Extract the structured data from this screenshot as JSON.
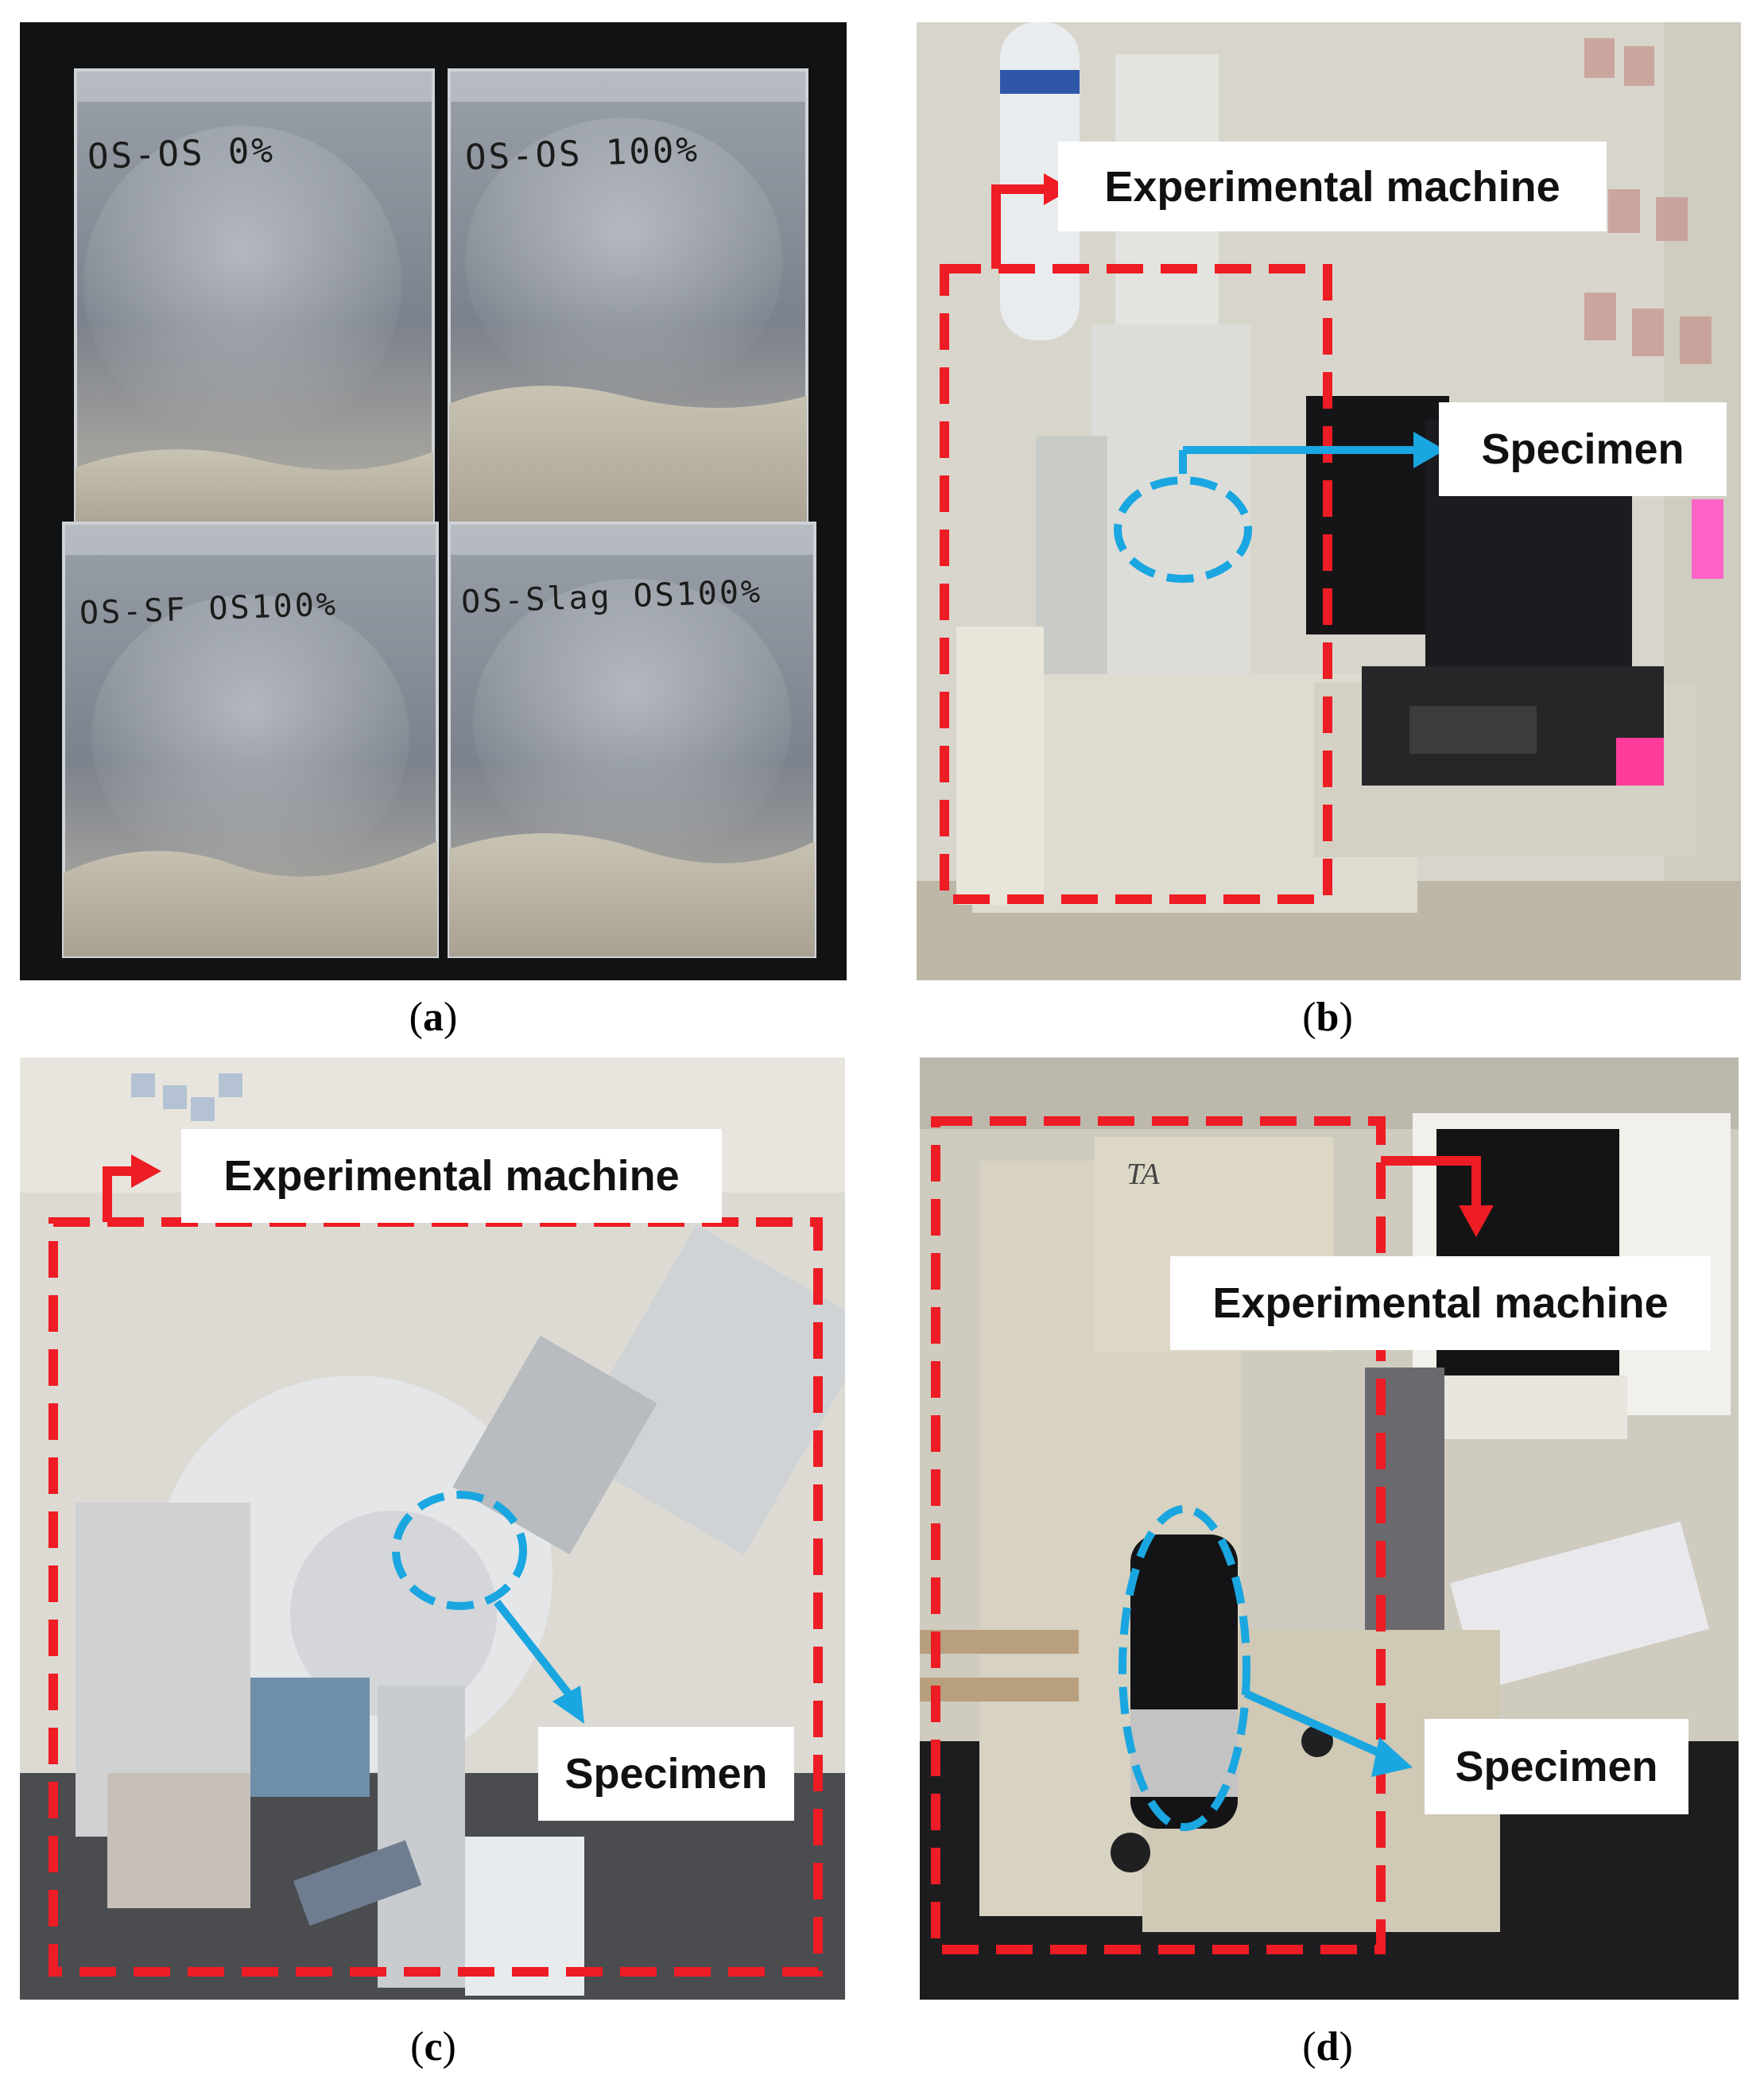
{
  "panels": {
    "a": {
      "caption_letter": "a",
      "bags": [
        {
          "label": "OS-OS 0%"
        },
        {
          "label": "OS-OS 100%"
        },
        {
          "label": "OS-SF OS100%"
        },
        {
          "label": "OS-Slag OS100%"
        }
      ]
    },
    "b": {
      "caption_letter": "b",
      "machine_label": "Experimental machine",
      "specimen_label": "Specimen"
    },
    "c": {
      "caption_letter": "c",
      "machine_label": "Experimental machine",
      "specimen_label": "Specimen"
    },
    "d": {
      "caption_letter": "d",
      "machine_label": "Experimental machine",
      "specimen_label": "Specimen",
      "brand_mark": "TA"
    }
  },
  "colors": {
    "dashed_box": "#ee1c24",
    "specimen_marker": "#1aa6e0",
    "bench_black": "#1d1d1f",
    "lab_wall": "#d8d6cc"
  }
}
